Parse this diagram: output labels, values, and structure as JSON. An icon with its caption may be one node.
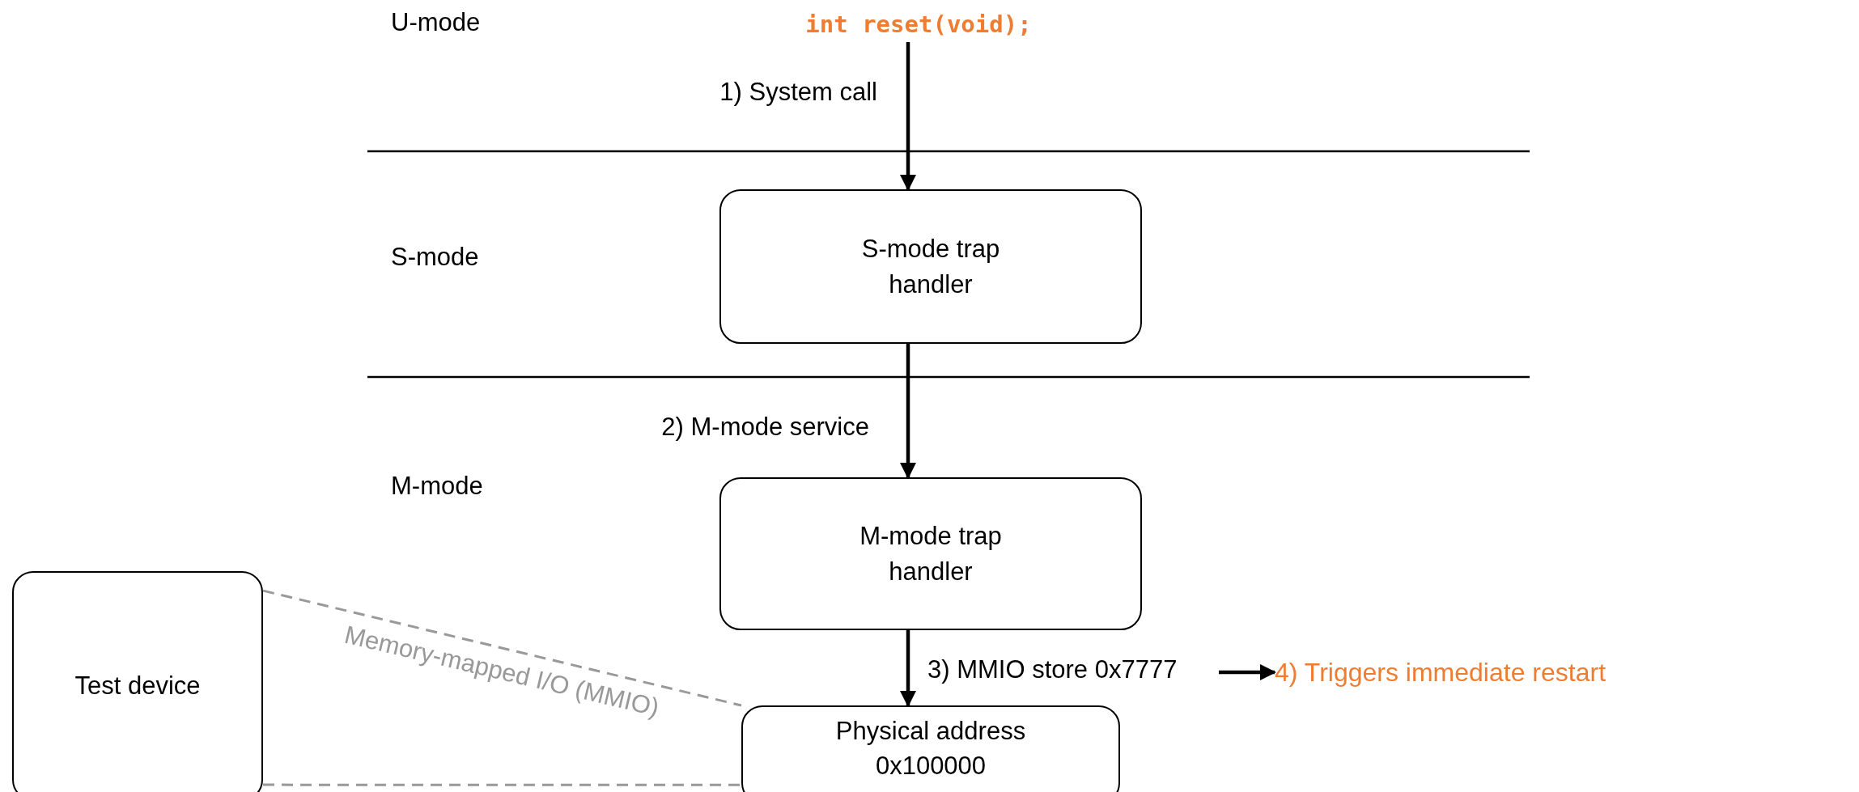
{
  "diagram": {
    "nodes": [
      {
        "text": [
          "int reset(void);"
        ]
      },
      {
        "text": [
          "S-mode trap handler"
        ]
      },
      {
        "text": [
          "M-mode trap handler"
        ]
      },
      {
        "text": [
          "Test device"
        ]
      },
      {
        "text": [
          "Physical address 0x100000"
        ]
      },
      {
        "text": [
          "4) Triggers immediate restart"
        ]
      }
    ],
    "edges": [
      {
        "from": 0,
        "to": 1,
        "arrow": "to",
        "label": "1) System call"
      },
      {
        "from": 1,
        "to": 2,
        "arrow": "to",
        "label": "2) M-mode service"
      },
      {
        "from": 2,
        "to": 4,
        "arrow": "to",
        "label": "3) MMIO store 0x7777"
      },
      {
        "from": null,
        "to": 5,
        "arrow": "to"
      },
      {
        "from": 3,
        "to": 4,
        "arrow": "none",
        "style": "dashed",
        "color": "#999999",
        "label": "Memory-mapped I/O (MMIO)"
      },
      {
        "from": 3,
        "to": 4,
        "arrow": "none",
        "style": "dashed",
        "color": "#999999"
      }
    ],
    "labels": [
      "U-mode",
      "S-mode",
      "M-mode"
    ]
  }
}
